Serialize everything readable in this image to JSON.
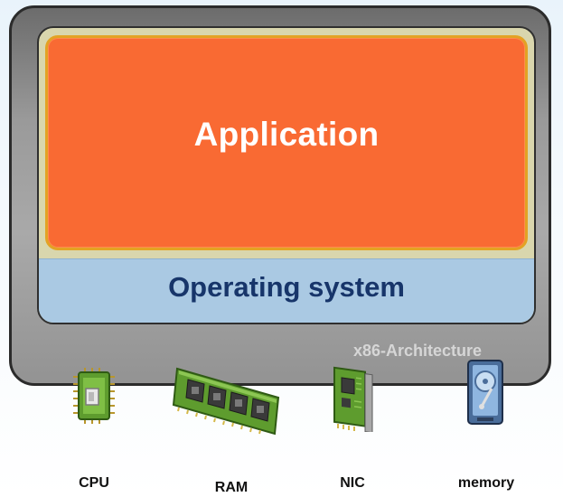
{
  "diagram": {
    "layers": {
      "application": "Application",
      "operating_system": "Operating system",
      "architecture": "x86-Architecture"
    },
    "hardware": [
      {
        "label": "CPU",
        "icon": "cpu-chip-icon"
      },
      {
        "label": "RAM",
        "icon": "ram-module-icon"
      },
      {
        "label": "NIC",
        "icon": "network-card-icon"
      },
      {
        "label": "memory",
        "icon": "storage-disk-icon"
      }
    ]
  },
  "colors": {
    "application": "#f96a33",
    "operating_system": "#aac9e3",
    "os_text": "#17356a",
    "frame": "#9a9a9a",
    "circuit_green": "#5e9c2e"
  }
}
